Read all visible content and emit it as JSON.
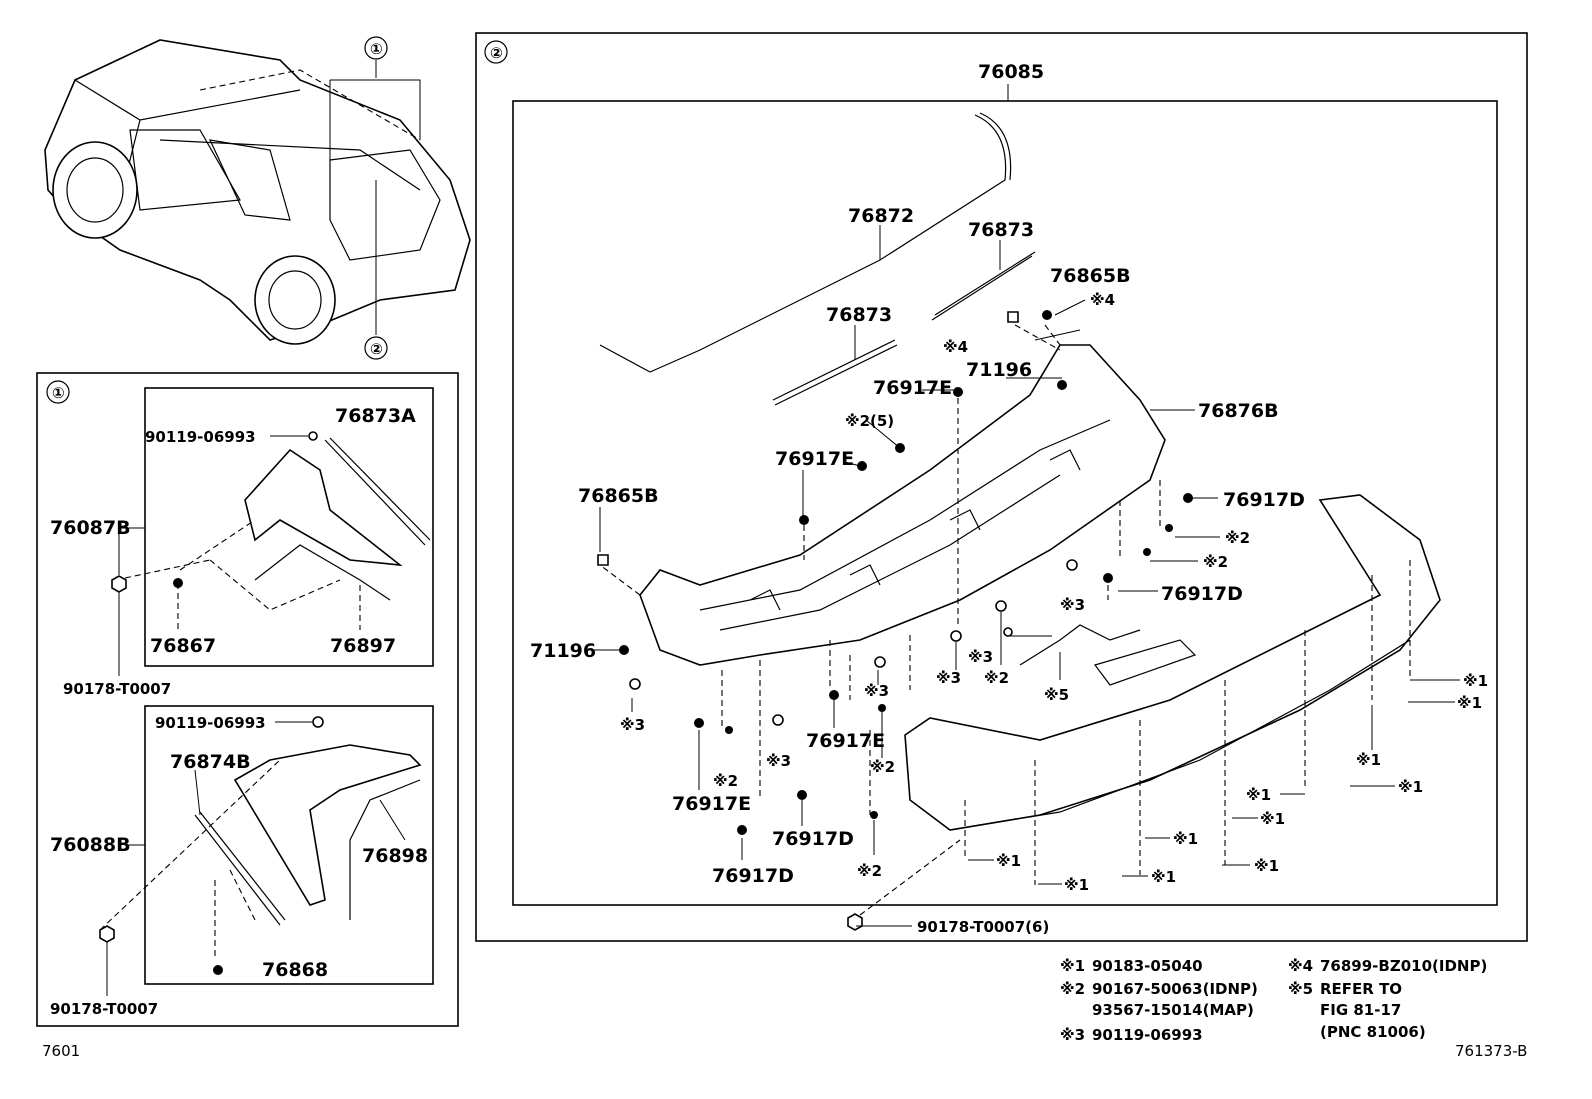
{
  "callouts": {
    "c1": "①",
    "c2": "②"
  },
  "group1": {
    "p76087B": "76087B",
    "p90119a": "90119-06993",
    "p76873A": "76873A",
    "p76867": "76867",
    "p76897": "76897",
    "p90178a": "90178-T0007",
    "p90119b": "90119-06993",
    "p76874B": "76874B",
    "p76088B": "76088B",
    "p76898": "76898",
    "p76868": "76868",
    "p90178b": "90178-T0007"
  },
  "group2": {
    "p76085": "76085",
    "p76872": "76872",
    "p76873a": "76873",
    "p76873b": "76873",
    "p76865B_a": "76865B",
    "p76865B_b": "76865B",
    "p71196_a": "71196",
    "p71196_b": "71196",
    "p76876B": "76876B",
    "p76917E_a": "76917E",
    "p76917E_b": "76917E",
    "p76917E_c": "76917E",
    "p76917E_d": "76917E",
    "p76917D_a": "76917D",
    "p76917D_b": "76917D",
    "p76917D_c": "76917D",
    "p76917D_d": "76917D",
    "p90178c": "90178-T0007(6)"
  },
  "marks": {
    "m1": "※1",
    "m2": "※2",
    "m2_5": "※2(5)",
    "m3": "※3",
    "m4": "※4",
    "m5": "※5"
  },
  "legend": {
    "l1_mark": "※1",
    "l1_text": "90183-05040",
    "l2_mark": "※2",
    "l2_text": "90167-50063(IDNP)",
    "l2_text2": "93567-15014(MAP)",
    "l3_mark": "※3",
    "l3_text": "90119-06993",
    "l4_mark": "※4",
    "l4_text": "76899-BZ010(IDNP)",
    "l5_mark": "※5",
    "l5_text": "REFER TO",
    "l5_text2": "FIG 81-17",
    "l5_text3": "(PNC 81006)"
  },
  "footer": {
    "left": "7601",
    "right": "761373-B"
  }
}
